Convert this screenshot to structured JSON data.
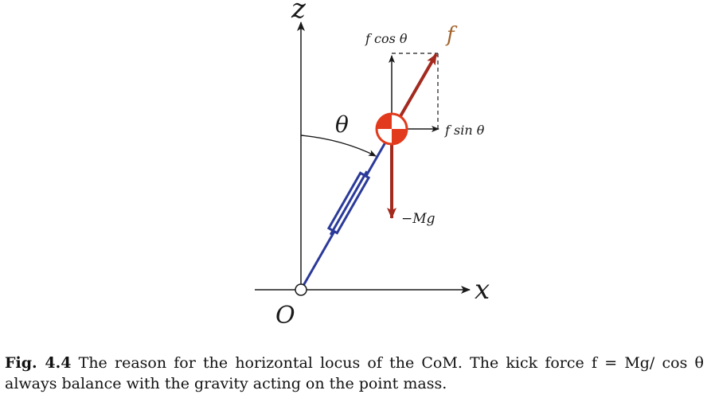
{
  "figure": {
    "labels": {
      "z_axis": "z",
      "x_axis": "x",
      "origin": "O",
      "angle": "θ",
      "force": "f",
      "force_vertical_component": "f cos θ",
      "force_horizontal_component": "f sin θ",
      "gravity": "−Mg"
    },
    "colors": {
      "axes": "#1a1a1a",
      "leg": "#2b3a9a",
      "force": "#a32a1e",
      "force_label": "#a0622a",
      "com_marker": "#e23a1c"
    }
  },
  "caption": {
    "label": "Fig. 4.4",
    "text": "The reason for the horizontal locus of the CoM. The kick force f = Mg/ cos θ always balance with the gravity acting on the point mass."
  }
}
